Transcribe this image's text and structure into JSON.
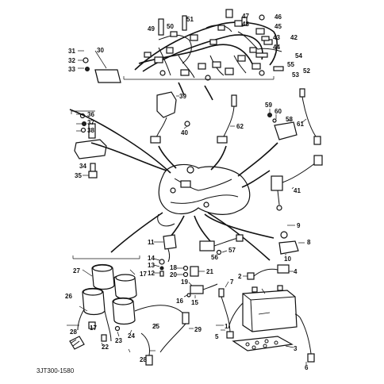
{
  "diagram_code": "3JT300-1580",
  "callouts": [
    "1",
    "2",
    "3",
    "4",
    "5",
    "6",
    "7",
    "8",
    "9",
    "10",
    "11",
    "12",
    "13",
    "14",
    "15",
    "16",
    "17",
    "17",
    "18",
    "19",
    "20",
    "21",
    "22",
    "23",
    "24",
    "25",
    "26",
    "27",
    "28",
    "28",
    "29",
    "30",
    "31",
    "32",
    "33",
    "34",
    "35",
    "36",
    "37",
    "38",
    "39",
    "40",
    "41",
    "42",
    "43",
    "44",
    "45",
    "46",
    "47",
    "48",
    "49",
    "50",
    "51",
    "52",
    "53",
    "54",
    "55",
    "56",
    "57",
    "58",
    "59",
    "60",
    "61",
    "62"
  ]
}
